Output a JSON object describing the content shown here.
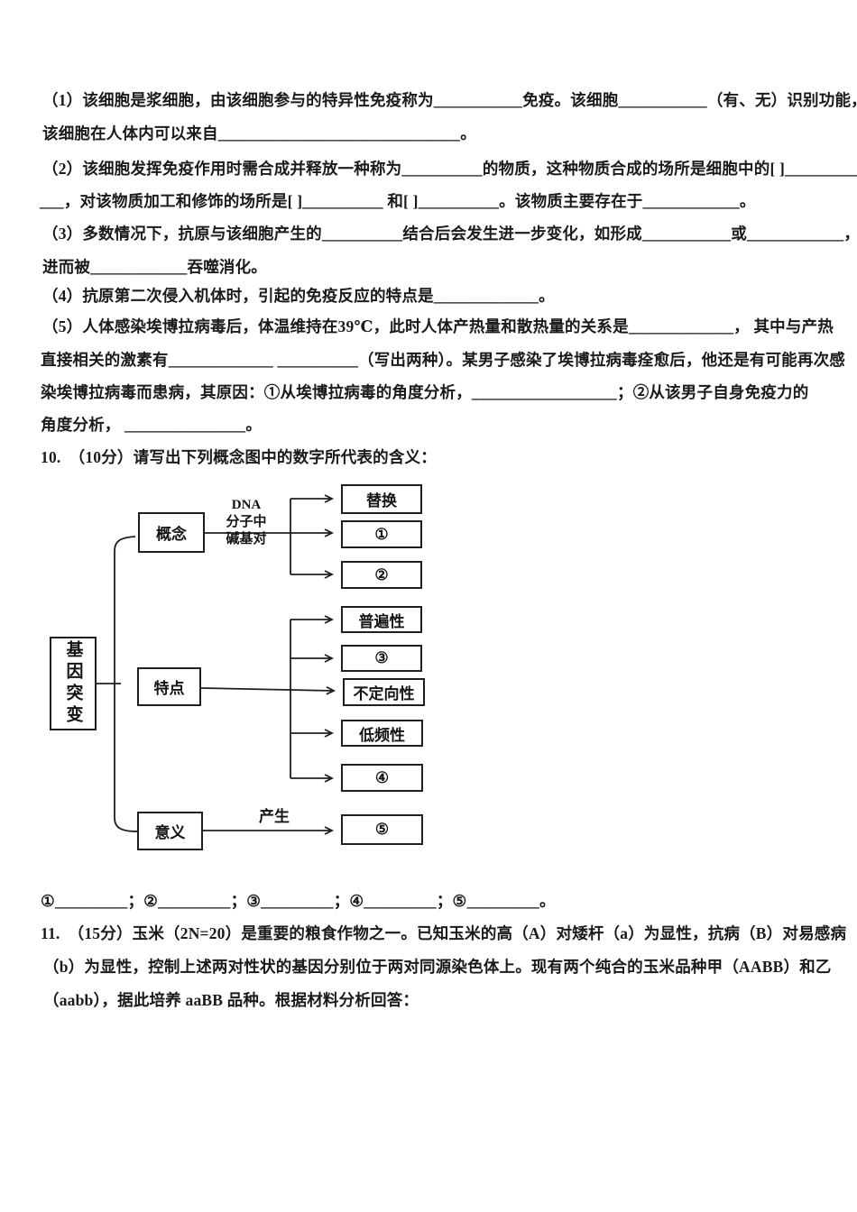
{
  "question9": {
    "lines": [
      "（1）该细胞是浆细胞，由该细胞参与的特异性免疫称为___________免疫。该细胞___________（有、无）识别功能，",
      "该细胞在人体内可以来自______________________________。",
      "（2）该细胞发挥免疫作用时需合成并释放一种称为__________的物质，这种物质合成的场所是细胞中的[ ]_________",
      "___，对该物质加工和修饰的场所是[ ]__________ 和[ ]__________。该物质主要存在于____________。",
      "（3）多数情况下，抗原与该细胞产生的__________结合后会发生进一步变化，如形成___________或____________，",
      "进而被____________吞噬消化。",
      "（4）抗原第二次侵入机体时，引起的免疫反应的特点是_____________。",
      "（5）人体感染埃博拉病毒后，体温维持在39℃，此时人体产热量和散热量的关系是_____________， 其中与产热",
      "直接相关的激素有_____________ __________（写出两种）。某男子感染了埃博拉病毒痊愈后，他还是有可能再次感",
      "染埃博拉病毒而患病，其原因：①从埃博拉病毒的角度分析，__________________；②从该男子自身免疫力的",
      "角度分析， _______________。"
    ]
  },
  "question10": {
    "header": "10.  （10分）请写出下列概念图中的数字所代表的含义：",
    "diagram": {
      "root_label": "基因突变",
      "branch1_label": "概念",
      "edge1_line1": "DNA",
      "edge1_line2": "分子中",
      "edge1_line3": "碱基对",
      "branch1_children": [
        "替换",
        "①",
        "②"
      ],
      "branch2_label": "特点",
      "branch2_children": [
        "普遍性",
        "③",
        "不定向性",
        "低频性",
        "④"
      ],
      "branch3_label": "意义",
      "edge3_label": "产生",
      "branch3_children": [
        "⑤"
      ]
    },
    "answer_line": "①_________；②_________；③_________；④_________；⑤_________。"
  },
  "question11": {
    "lines": [
      "11.  （15分）玉米（2N=20）是重要的粮食作物之一。已知玉米的高（A）对矮杆（a）为显性，抗病（B）对易感病",
      "（b）为显性，控制上述两对性状的基因分别位于两对同源染色体上。现有两个纯合的玉米品种甲（AABB）和乙",
      "（aabb），据此培养 aaBB 品种。根据材料分析回答："
    ]
  }
}
